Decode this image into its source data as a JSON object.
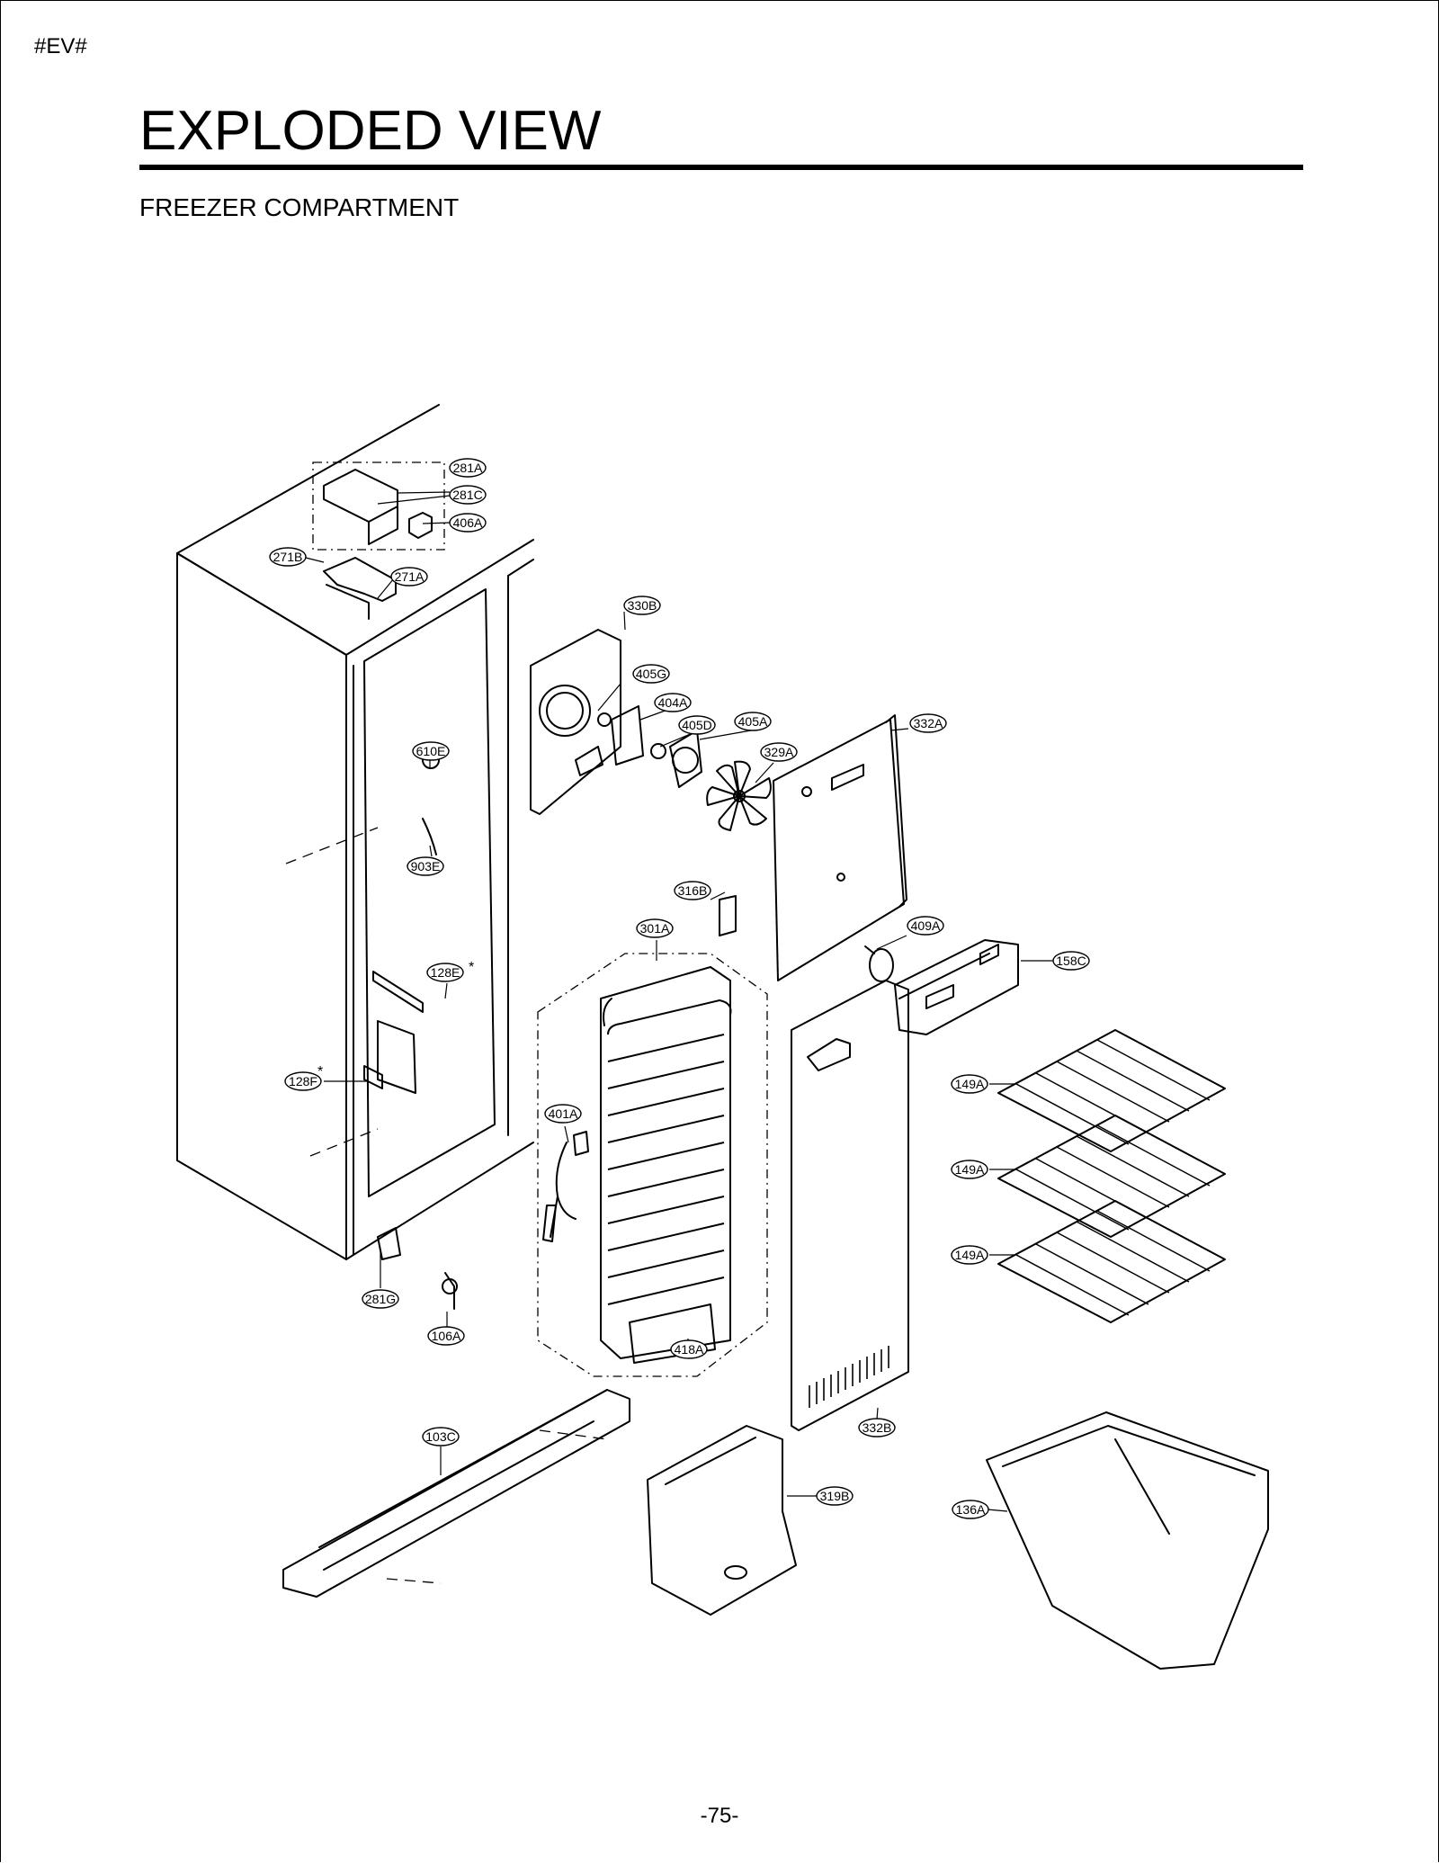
{
  "header_tag": "#EV#",
  "title": "EXPLODED VIEW",
  "subtitle": "FREEZER COMPARTMENT",
  "page_number": "-75-",
  "callouts": [
    "281A",
    "281C",
    "406A",
    "271B",
    "271A",
    "330B",
    "405G",
    "404A",
    "405D",
    "405A",
    "332A",
    "329A",
    "610E",
    "903E",
    "316B",
    "301A",
    "409A",
    "158C",
    "128E",
    "128F",
    "149A",
    "149A",
    "149A",
    "401A",
    "281G",
    "106A",
    "418A",
    "332B",
    "103C",
    "319B",
    "136A"
  ],
  "asterisk": "*"
}
